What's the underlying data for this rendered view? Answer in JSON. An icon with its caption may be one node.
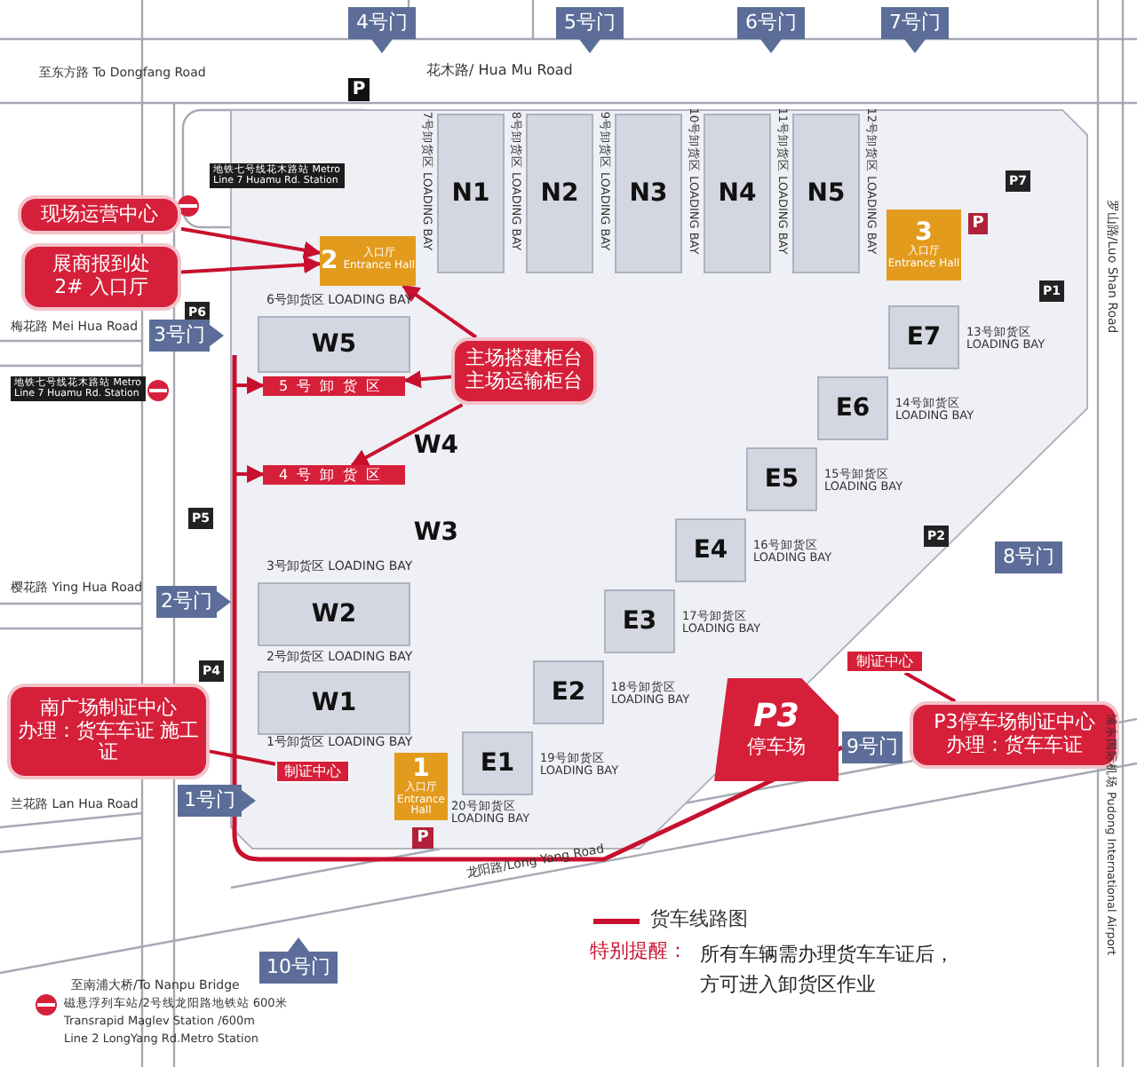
{
  "diagram": {
    "nodes": [
      {
        "text": [
          "4号门"
        ]
      },
      {
        "text": [
          "5号门"
        ]
      },
      {
        "text": [
          "6号门"
        ]
      },
      {
        "text": [
          "7号门"
        ]
      },
      {
        "text": [
          "P"
        ]
      },
      {
        "text": [
          "N1"
        ]
      },
      {
        "text": [
          "N2"
        ]
      },
      {
        "text": [
          "N3"
        ]
      },
      {
        "text": [
          "N4"
        ]
      },
      {
        "text": [
          "N5"
        ]
      },
      {
        "text": [
          "P7"
        ]
      },
      {
        "text": [
          "现场运营中心"
        ]
      },
      {
        "text": [
          "2",
          "入口厅",
          "Entrance Hall"
        ]
      },
      {
        "text": [
          "3",
          "入口厅",
          "Entrance Hall"
        ]
      },
      {
        "text": [
          "P"
        ]
      },
      {
        "text": [
          "展商报到处",
          "2#  入口厅"
        ]
      },
      {
        "text": [
          "P6"
        ]
      },
      {
        "text": [
          "3号门"
        ]
      },
      {
        "text": [
          "W5"
        ]
      },
      {
        "text": [
          "P1"
        ]
      },
      {
        "text": [
          "E7"
        ]
      },
      {
        "text": [
          "主场搭建柜台",
          "主场运输柜台"
        ]
      },
      {
        "text": [
          "5号卸货区"
        ]
      },
      {
        "text": [
          "W4"
        ]
      },
      {
        "text": [
          "E6"
        ]
      },
      {
        "text": [
          "P5"
        ]
      },
      {
        "text": [
          "4号卸货区"
        ]
      },
      {
        "text": [
          "W3"
        ]
      },
      {
        "text": [
          "E5"
        ]
      },
      {
        "text": [
          "E4"
        ]
      },
      {
        "text": [
          "P2"
        ]
      },
      {
        "text": [
          "8号门"
        ]
      },
      {
        "text": [
          "2号门"
        ]
      },
      {
        "text": [
          "W2"
        ]
      },
      {
        "text": [
          "E3"
        ]
      },
      {
        "text": [
          "P4"
        ]
      },
      {
        "text": [
          "W1"
        ]
      },
      {
        "text": [
          "E2"
        ]
      },
      {
        "text": [
          "制证中心"
        ]
      },
      {
        "text": [
          "P3",
          "停车场"
        ]
      },
      {
        "text": [
          "南广场制证中心",
          "办理：货车车证 施工证"
        ]
      },
      {
        "text": [
          "P3停车场制证中心",
          "办理：货车车证"
        ]
      },
      {
        "text": [
          "1",
          "入口厅",
          "Entrance Hall"
        ]
      },
      {
        "text": [
          "E1"
        ]
      },
      {
        "text": [
          "制证中心"
        ]
      },
      {
        "text": [
          "9号门"
        ]
      },
      {
        "text": [
          "1号门"
        ]
      },
      {
        "text": [
          "P"
        ]
      },
      {
        "text": [
          "10号门"
        ]
      }
    ],
    "edges": [
      {
        "from": 11,
        "to": 12,
        "arrow": "to"
      },
      {
        "from": 15,
        "to": 12,
        "arrow": "to"
      },
      {
        "from": 21,
        "to": 12,
        "arrow": "to"
      },
      {
        "from": 21,
        "to": 22,
        "arrow": "to"
      },
      {
        "from": 21,
        "to": 26,
        "arrow": "to"
      },
      {
        "from": 40,
        "to": 44,
        "arrow": "none"
      },
      {
        "from": 41,
        "to": 38,
        "arrow": "none"
      },
      {
        "from": null,
        "to": 22,
        "arrow": "to"
      },
      {
        "from": null,
        "to": 26,
        "arrow": "to"
      }
    ],
    "labels": [
      "至东方路 To Dongfang Road",
      "花木路/ Hua Mu Road",
      "地铁七号线花木路站 Metro Line 7 Huamu Rd. Station",
      "7号卸货区 LOADING BAY",
      "8号卸货区 LOADING BAY",
      "9号卸货区 LOADING BAY",
      "10号卸货区 LOADING BAY",
      "11号卸货区 LOADING BAY",
      "12号卸货区 LOADING BAY",
      "罗山路/Luo Shan Road",
      "6号卸货区 LOADING BAY",
      "梅花路 Mei Hua Road",
      "地铁七号线花木路站 Metro Line 7 Huamu Rd. Station",
      "13号卸货区 LOADING BAY",
      "14号卸货区 LOADING BAY",
      "15号卸货区 LOADING BAY",
      "16号卸货区 LOADING BAY",
      "17号卸货区 LOADING BAY",
      "18号卸货区 LOADING BAY",
      "19号卸货区 LOADING BAY",
      "20号卸货区 LOADING BAY",
      "3号卸货区 LOADING BAY",
      "樱花路 Ying Hua Road",
      "2号卸货区 LOADING BAY",
      "1号卸货区 LOADING BAY",
      "兰花路 Lan Hua Road",
      "浦东国际机场 Pudong International Airport",
      "龙阳路/Long Yang Road",
      "至南浦大桥/To Nanpu Bridge",
      "磁悬浮列车站/2号线龙阳路地铁站 600米",
      "Transrapid Maglev Station /600m",
      "Line 2 LongYang Rd.Metro Station",
      "特别提醒：",
      "所有车辆需办理货车车证后，方可进入卸货区作业"
    ],
    "legend": [
      {
        "text": "货车线路图"
      }
    ]
  }
}
